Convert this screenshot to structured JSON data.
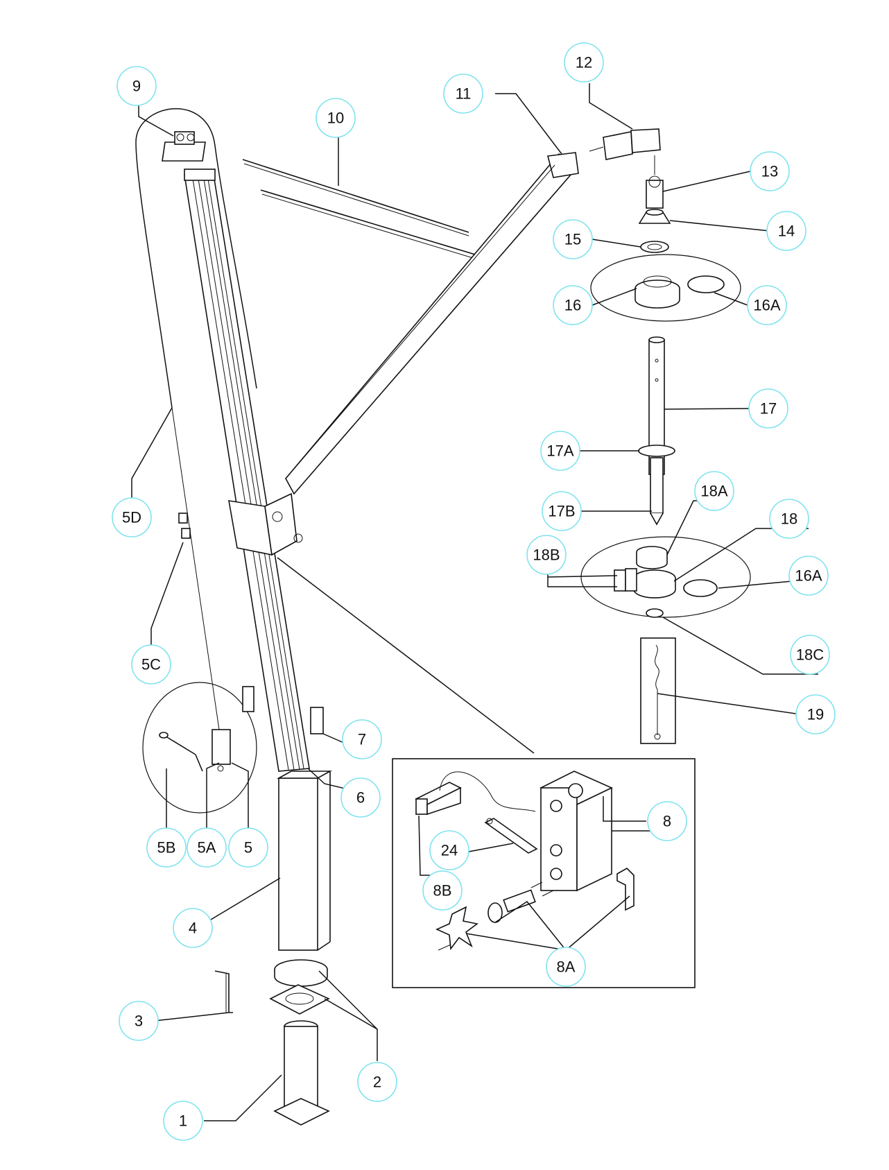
{
  "callouts": [
    {
      "id": "c1",
      "label": "1"
    },
    {
      "id": "c2",
      "label": "2"
    },
    {
      "id": "c3",
      "label": "3"
    },
    {
      "id": "c4",
      "label": "4"
    },
    {
      "id": "c5",
      "label": "5"
    },
    {
      "id": "c5a",
      "label": "5A"
    },
    {
      "id": "c5b",
      "label": "5B"
    },
    {
      "id": "c5c",
      "label": "5C"
    },
    {
      "id": "c5d",
      "label": "5D"
    },
    {
      "id": "c6",
      "label": "6"
    },
    {
      "id": "c7",
      "label": "7"
    },
    {
      "id": "c8",
      "label": "8"
    },
    {
      "id": "c8a",
      "label": "8A"
    },
    {
      "id": "c8b",
      "label": "8B"
    },
    {
      "id": "c9",
      "label": "9"
    },
    {
      "id": "c10",
      "label": "10"
    },
    {
      "id": "c11",
      "label": "11"
    },
    {
      "id": "c12",
      "label": "12"
    },
    {
      "id": "c13",
      "label": "13"
    },
    {
      "id": "c14",
      "label": "14"
    },
    {
      "id": "c15",
      "label": "15"
    },
    {
      "id": "c16",
      "label": "16"
    },
    {
      "id": "c16a_top",
      "label": "16A"
    },
    {
      "id": "c16a_bottom",
      "label": "16A"
    },
    {
      "id": "c17",
      "label": "17"
    },
    {
      "id": "c17a",
      "label": "17A"
    },
    {
      "id": "c17b",
      "label": "17B"
    },
    {
      "id": "c18",
      "label": "18"
    },
    {
      "id": "c18a",
      "label": "18A"
    },
    {
      "id": "c18b",
      "label": "18B"
    },
    {
      "id": "c18c",
      "label": "18C"
    },
    {
      "id": "c19",
      "label": "19"
    },
    {
      "id": "c24",
      "label": "24"
    }
  ],
  "colors": {
    "callout_ring": "#7fe3ee",
    "line": "#111111",
    "background": "#ffffff"
  }
}
